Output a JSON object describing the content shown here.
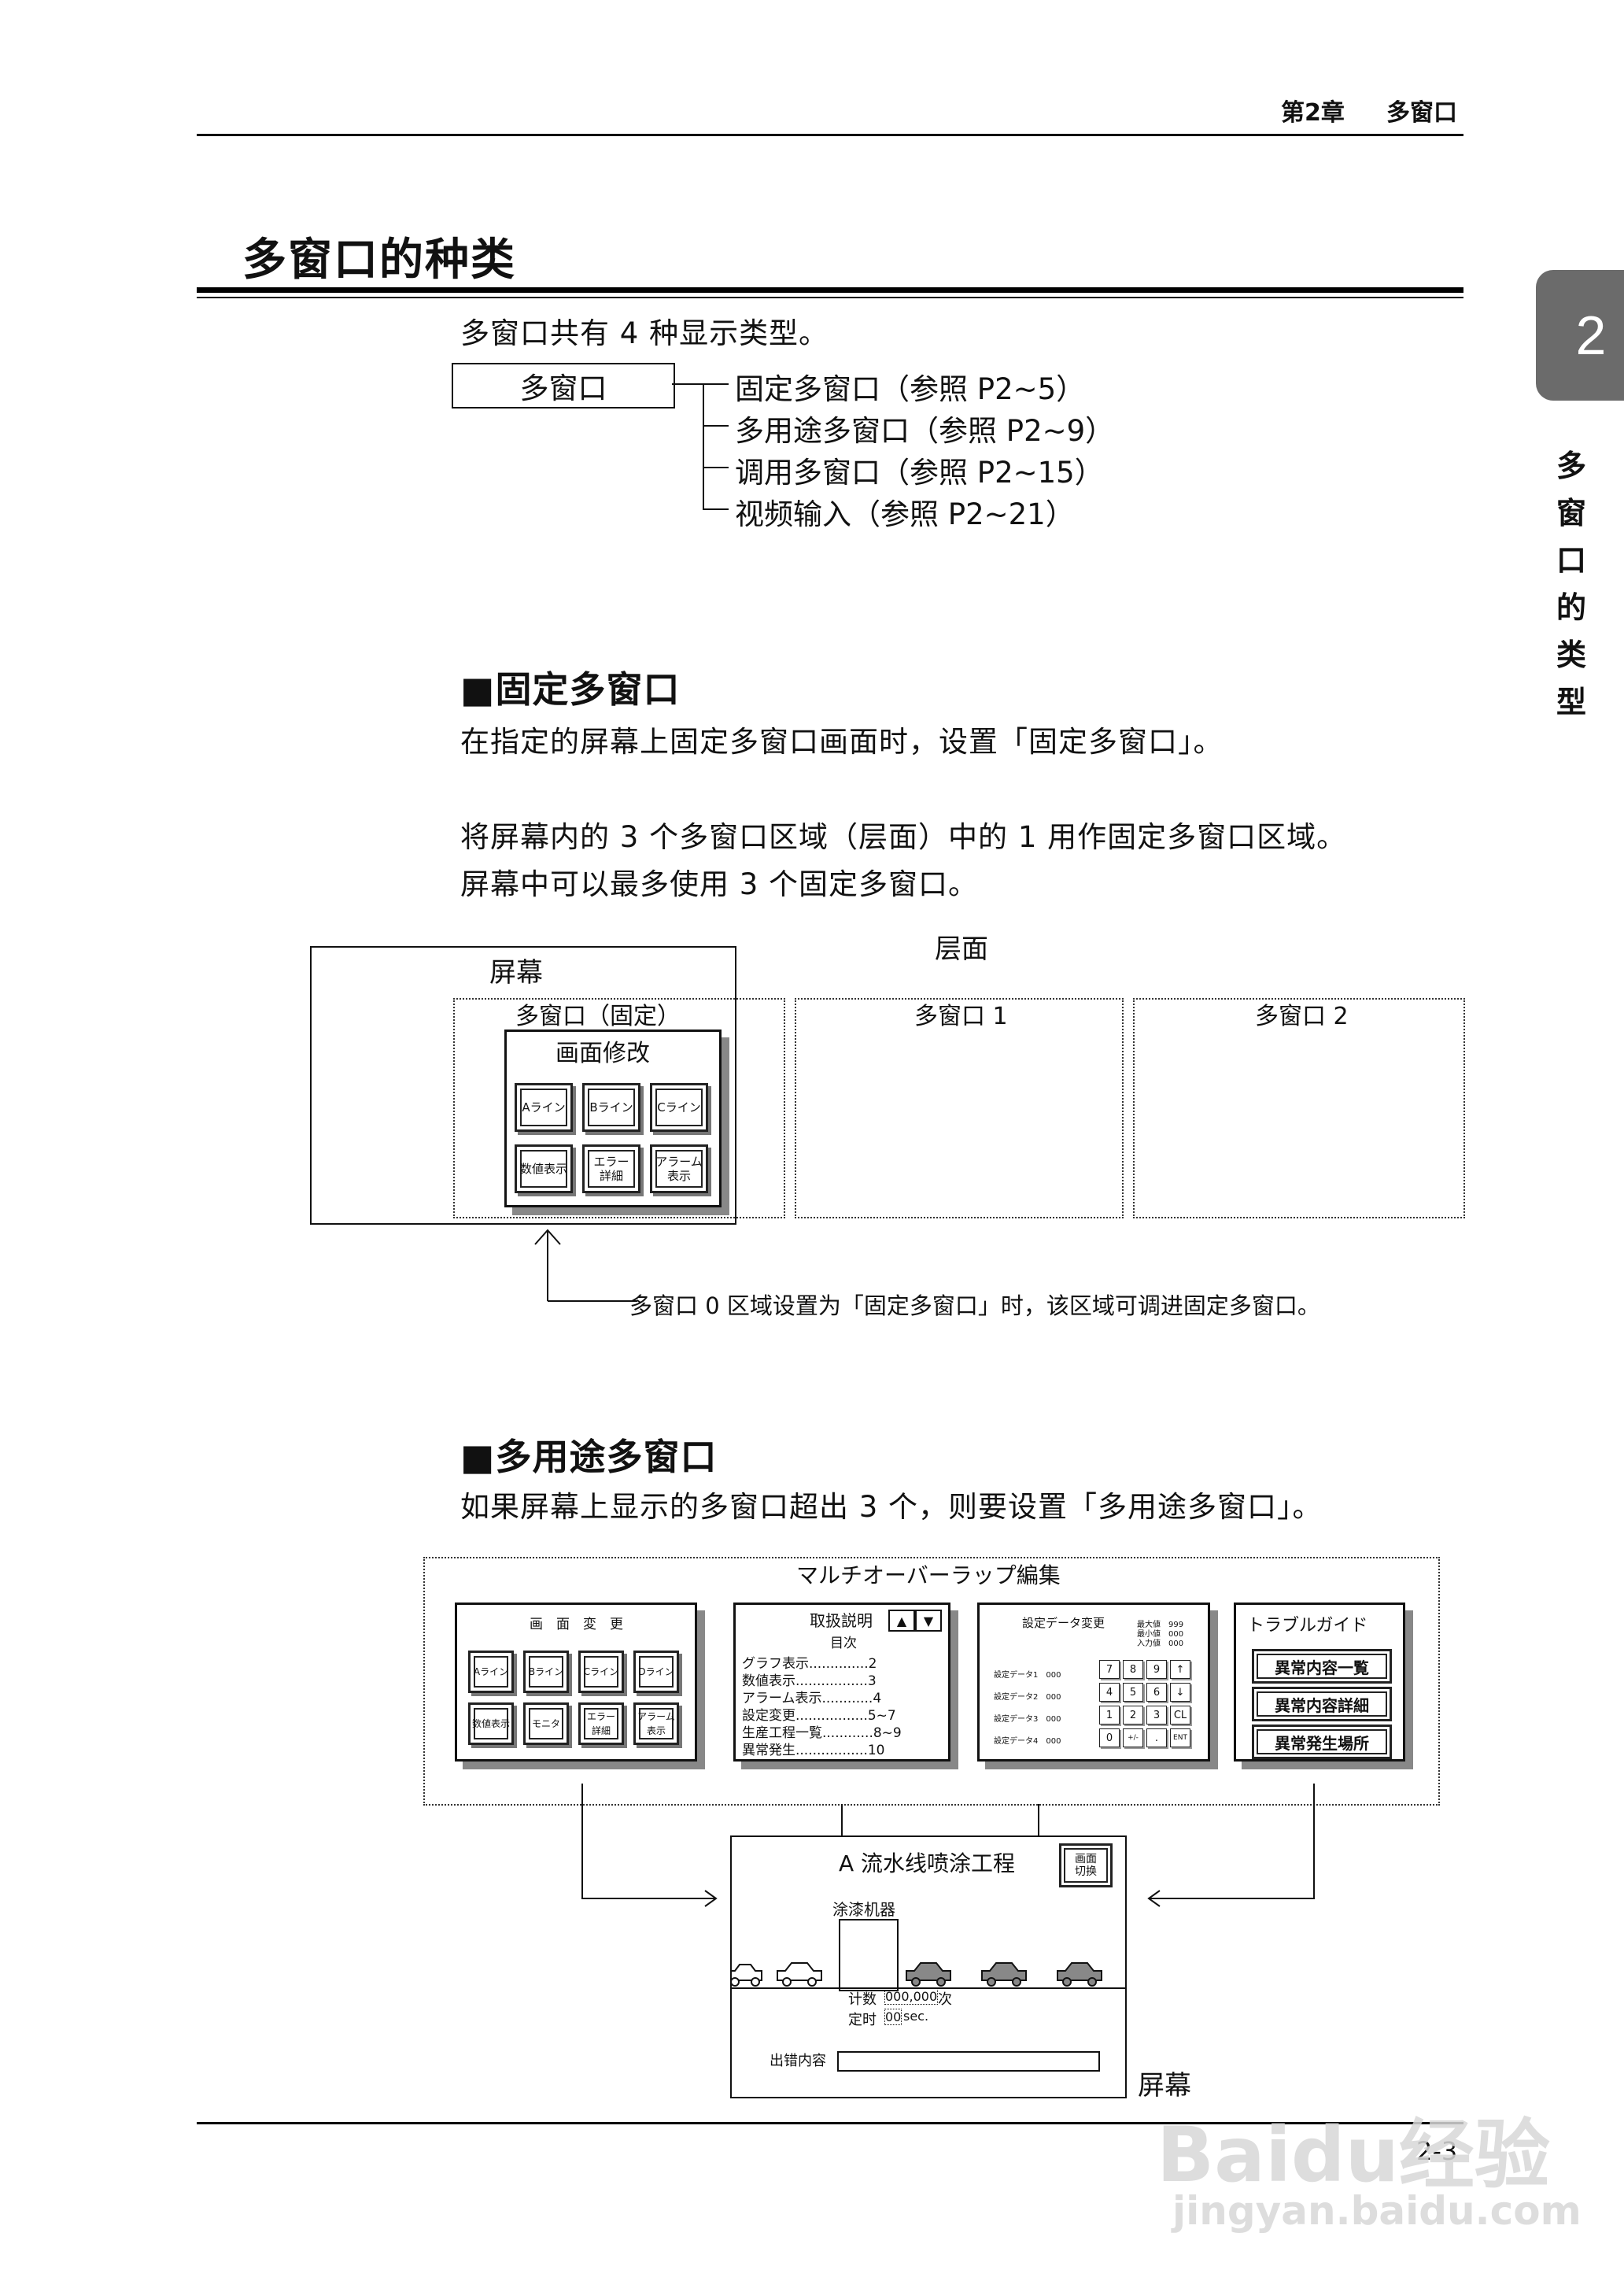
{
  "header": {
    "chapter_label": "第2章",
    "chapter_title": "多窗口"
  },
  "side_tab": {
    "number": "2",
    "vertical_title": [
      "多",
      "窗",
      "口",
      "的",
      "类",
      "型"
    ]
  },
  "section": {
    "title": "多窗口的种类",
    "intro": "多窗口共有 4 种显示类型。",
    "tree": {
      "root": "多窗口",
      "items": [
        "固定多窗口（参照 P2~5）",
        "多用途多窗口（参照 P2~9）",
        "调用多窗口（参照 P2~15）",
        "视频输入（参照 P2~21）"
      ]
    }
  },
  "fixed": {
    "heading": "■固定多窗口",
    "para1": "在指定的屏幕上固定多窗口画面时，设置「固定多窗口」。",
    "para2": "将屏幕内的 3 个多窗口区域（层面）中的 1 用作固定多窗口区域。",
    "para3": "屏幕中可以最多使用 3 个固定多窗口。",
    "diagram": {
      "screen_label": "屏幕",
      "layer_label": "层面",
      "area0_label": "多窗口（固定）",
      "area1_label": "多窗口 1",
      "area2_label": "多窗口 2",
      "panel_title": "画面修改",
      "buttons": [
        "Aライン",
        "Bライン",
        "Cライン",
        "数値表示",
        "エラー\n詳細",
        "アラーム\n表示"
      ],
      "note": "多窗口 0 区域设置为「固定多窗口」时，该区域可调进固定多窗口。"
    }
  },
  "multi": {
    "heading": "■多用途多窗口",
    "para": "如果屏幕上显示的多窗口超出 3 个，则要设置「多用途多窗口」。",
    "diagram": {
      "group_title": "マルチオーバーラップ編集",
      "panel1": {
        "title": "画　面　変　更",
        "buttons": [
          "Aライン",
          "Bライン",
          "Cライン",
          "Dライン",
          "数値表示",
          "モニタ",
          "エラー\n詳細",
          "アラーム\n表示"
        ]
      },
      "panel2": {
        "title": "取扱説明",
        "subtitle": "目次",
        "lines": [
          "グラフ表示..............2",
          "数値表示.................3",
          "アラーム表示............4",
          "設定変更.................5~7",
          "生産工程一覧............8~9",
          "異常発生.................10"
        ]
      },
      "panel3": {
        "title": "設定データ変更",
        "limits": [
          "最大値　999",
          "最小値　000",
          "入力値　000"
        ],
        "rows": [
          "設定データ1　000",
          "設定データ2　000",
          "設定データ3　000",
          "設定データ4　000"
        ],
        "keys": [
          "7",
          "8",
          "9",
          "↑",
          "4",
          "5",
          "6",
          "↓",
          "1",
          "2",
          "3",
          "CL",
          "0",
          "+/-",
          ".",
          "ENT"
        ]
      },
      "panel4": {
        "title": "トラブルガイド",
        "buttons": [
          "異常内容一覧",
          "異常内容詳細",
          "異常発生場所"
        ]
      },
      "screen": {
        "title": "A 流水线喷涂工程",
        "switch_button": "画面\n切换",
        "machine_label": "涂漆机器",
        "count_label": "计数",
        "count_value": "000,000",
        "count_unit": "次",
        "timer_label": "定时",
        "timer_value": "00",
        "timer_unit": "sec.",
        "error_label": "出错内容",
        "caption": "屏幕"
      }
    }
  },
  "footer": {
    "page_number": "2-3"
  },
  "watermark": {
    "brand": "Baidu经验",
    "url": "jingyan.baidu.com"
  }
}
